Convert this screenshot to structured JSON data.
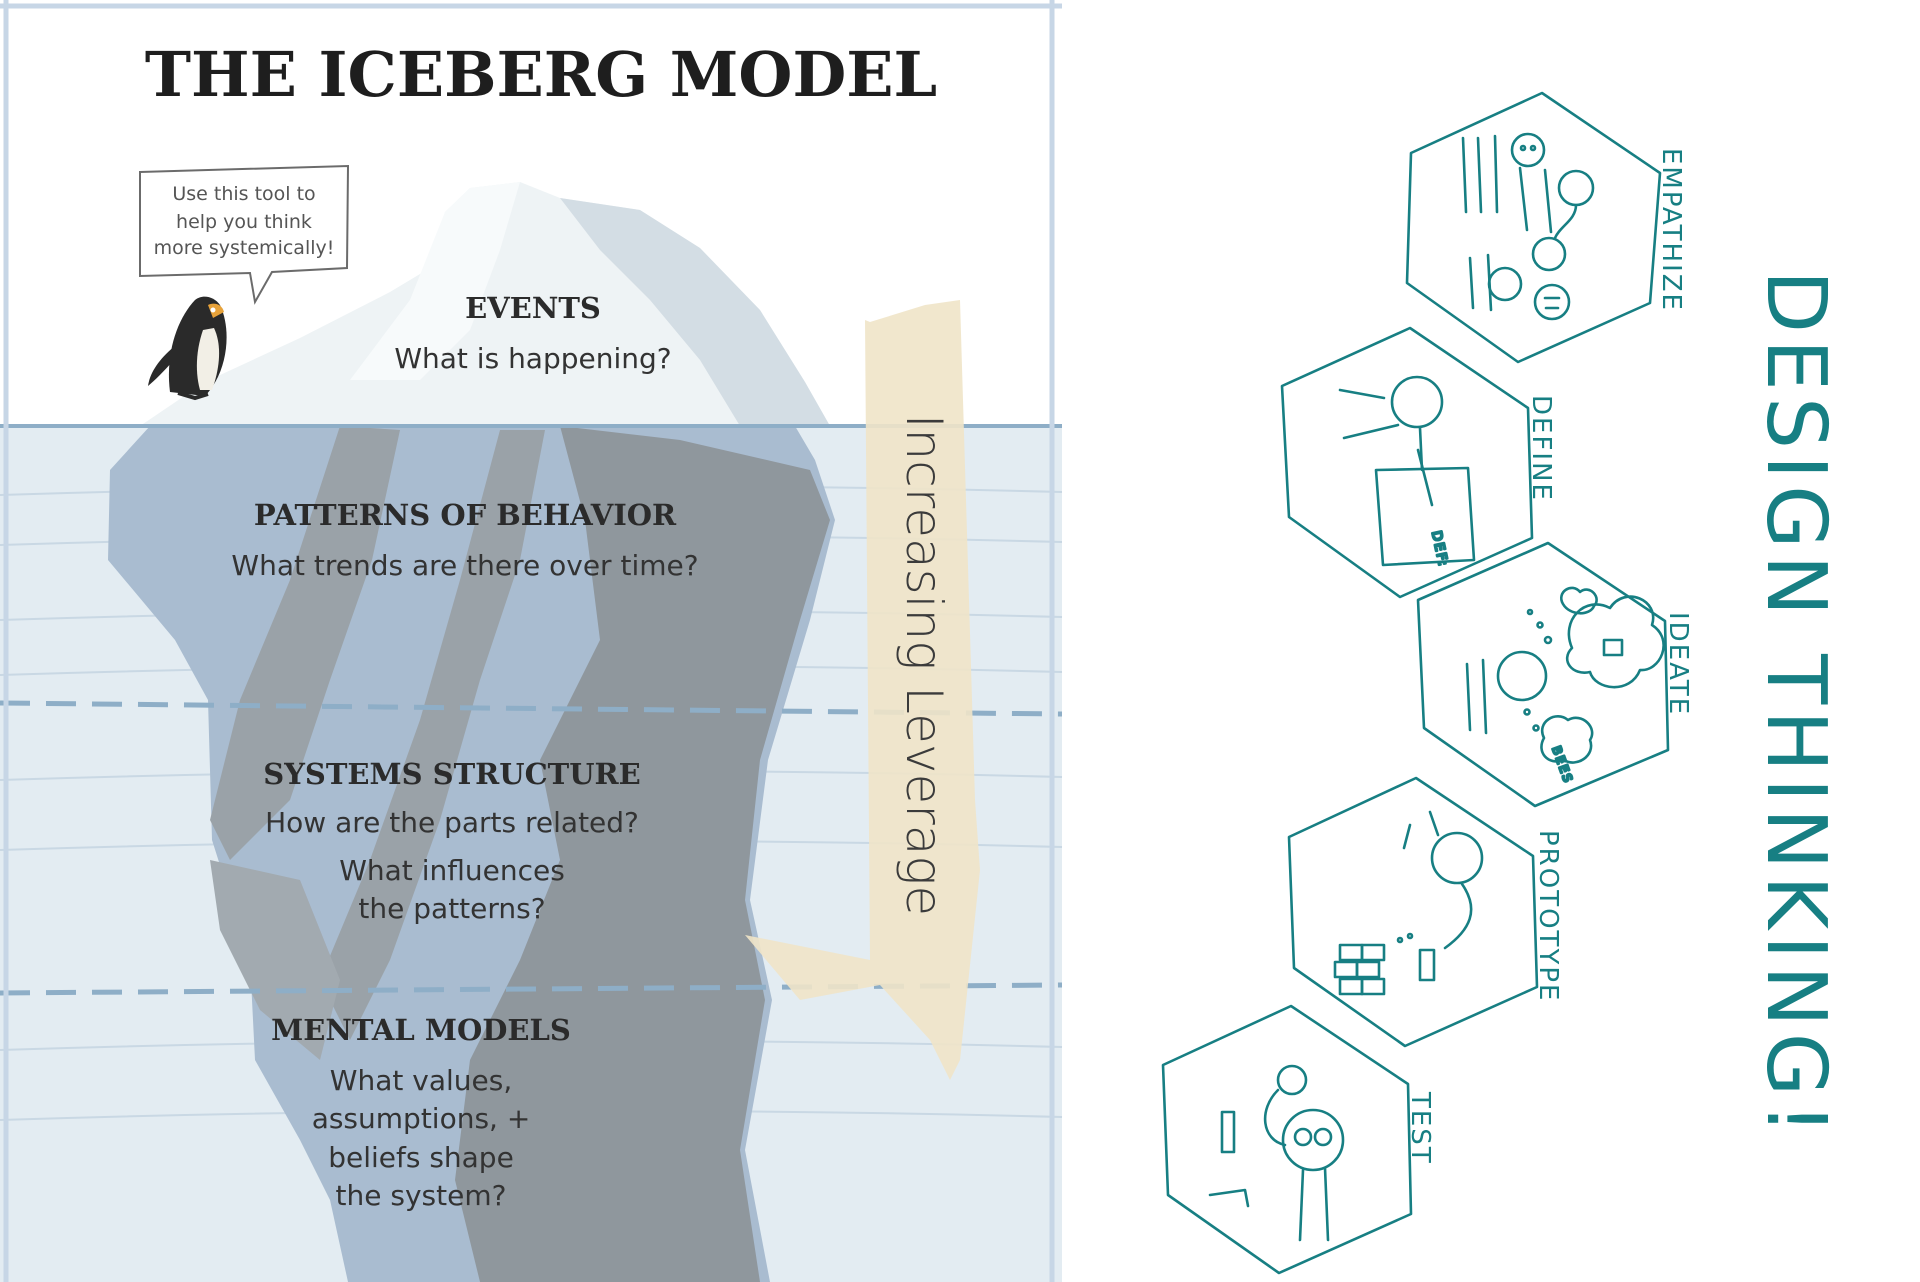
{
  "iceberg": {
    "title": "THE ICEBERG MODEL",
    "speech_bubble": [
      "Use this tool to",
      "help you think",
      "more systemically!"
    ],
    "arrow_label": "Increasing Leverage",
    "levels": [
      {
        "heading": "EVENTS",
        "question": [
          "What is happening?"
        ]
      },
      {
        "heading": "PATTERNS OF BEHAVIOR",
        "question": [
          "What trends are there over time?"
        ]
      },
      {
        "heading": "SYSTEMS STRUCTURE",
        "question": [
          "How are the parts related?",
          "What influences",
          "the patterns?"
        ]
      },
      {
        "heading": "MENTAL MODELS",
        "question": [
          "What values,",
          "assumptions, +",
          "beliefs shape",
          "the system?"
        ]
      }
    ],
    "colors": {
      "water": "#e3ecf2",
      "waterline": "#8eaec7",
      "ice_top": "#eef3f5",
      "rock": "#8f979d",
      "arrow": "#efe4c8",
      "frame": "#c7d6e6"
    }
  },
  "design_thinking": {
    "title": "DESIGN THINKING!",
    "stages": [
      {
        "label": "EMPATHIZE",
        "icon": "group-of-people-icon"
      },
      {
        "label": "DEFINE",
        "icon": "person-writing-definition-icon",
        "note": "DEF:"
      },
      {
        "label": "IDEATE",
        "icon": "person-thinking-ideas-icon",
        "note": "BEES"
      },
      {
        "label": "PROTOTYPE",
        "icon": "person-building-prototype-icon"
      },
      {
        "label": "TEST",
        "icon": "person-testing-icon"
      }
    ],
    "colors": {
      "ink": "#177f83"
    }
  }
}
